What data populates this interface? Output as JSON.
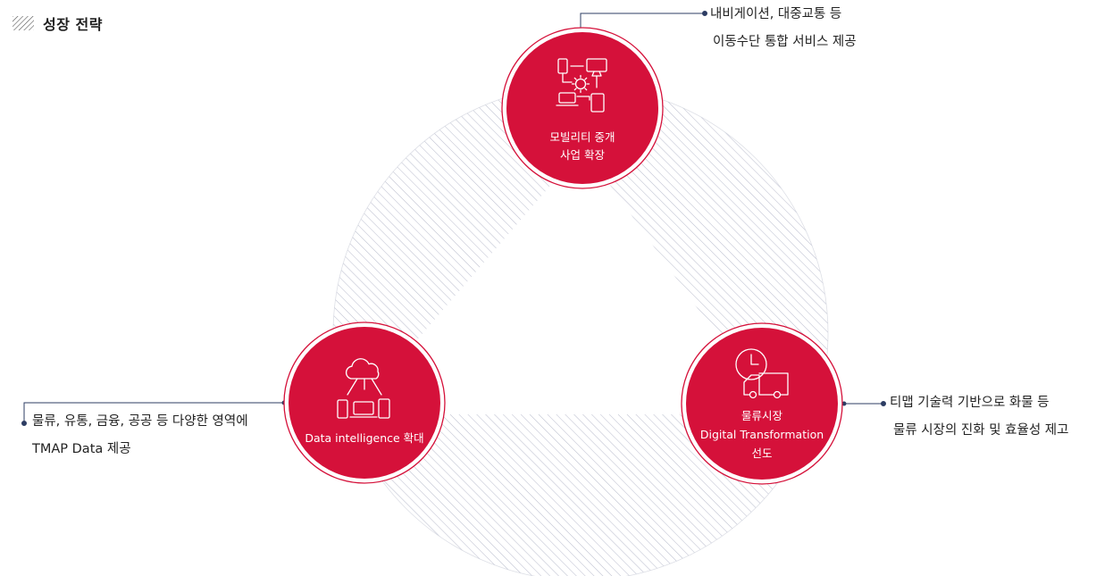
{
  "title": {
    "text": "성장 전략",
    "icon": "hatched-square-icon"
  },
  "colors": {
    "accent": "#d5113a",
    "connector": "#2d3d63",
    "hatch": "#b9bccd"
  },
  "nodes": [
    {
      "id": "mobility",
      "label_lines": [
        "모빌리티 중개",
        "사업 확장"
      ],
      "icon": "device-network-gear-icon"
    },
    {
      "id": "data",
      "label_lines": [
        "Data intelligence 확대"
      ],
      "icon": "cloud-devices-icon"
    },
    {
      "id": "logistics",
      "label_lines": [
        "물류시장",
        "Digital Transformation",
        "선도"
      ],
      "icon": "clock-truck-icon"
    }
  ],
  "callouts": {
    "mobility": [
      "내비게이션, 대중교통 등",
      "이동수단 통합 서비스 제공"
    ],
    "data": [
      "물류, 유통, 금융, 공공 등 다양한 영역에",
      "TMAP Data 제공"
    ],
    "logistics": [
      "티맵 기술력 기반으로 화물 등",
      "물류 시장의 진화 및 효율성 제고"
    ]
  }
}
